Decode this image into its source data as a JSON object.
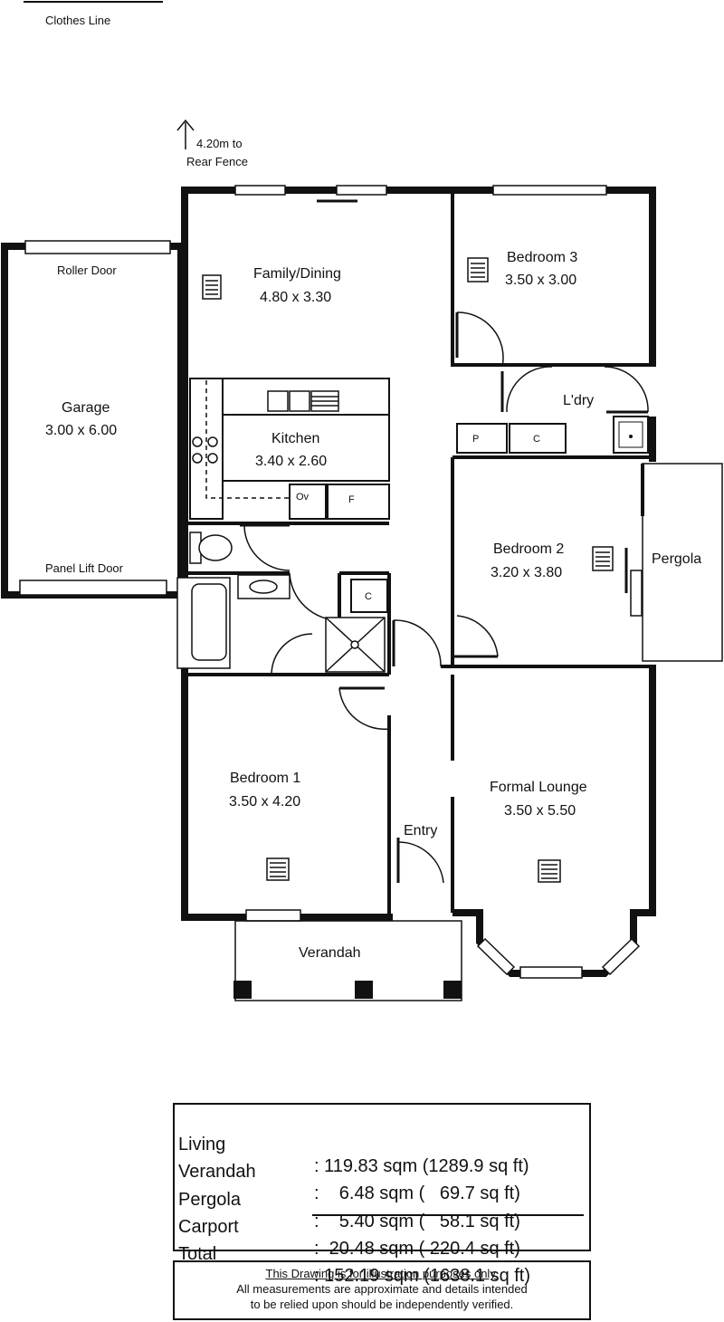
{
  "legend": {
    "clothes_line": "Clothes Line"
  },
  "annotations": {
    "rear_fence_line1": "4.20m to",
    "rear_fence_line2": "Rear Fence"
  },
  "rooms": {
    "garage": {
      "name": "Garage",
      "dims": "3.00 x 6.00",
      "roller_door": "Roller Door",
      "panel_door": "Panel Lift Door"
    },
    "family": {
      "name": "Family/Dining",
      "dims": "4.80 x 3.30"
    },
    "bedroom3": {
      "name": "Bedroom 3",
      "dims": "3.50 x 3.00"
    },
    "laundry": {
      "name": "L'dry"
    },
    "kitchen": {
      "name": "Kitchen",
      "dims": "3.40 x 2.60",
      "oven": "Ov",
      "fridge": "F"
    },
    "bedroom2": {
      "name": "Bedroom 2",
      "dims": "3.20 x 3.80"
    },
    "pergola": {
      "name": "Pergola"
    },
    "bedroom1": {
      "name": "Bedroom 1",
      "dims": "3.50 x 4.20"
    },
    "lounge": {
      "name": "Formal Lounge",
      "dims": "3.50 x 5.50"
    },
    "entry": {
      "name": "Entry"
    },
    "verandah": {
      "name": "Verandah"
    },
    "cupboards": {
      "pantry": "P",
      "cupboard_laundry": "C",
      "cupboard_hall": "C"
    }
  },
  "areas": [
    {
      "name": "Living",
      "value": ": 119.83 sqm (1289.9 sq ft)"
    },
    {
      "name": "Verandah",
      "value": ":    6.48 sqm (   69.7 sq ft)"
    },
    {
      "name": "Pergola",
      "value": ":    5.40 sqm (   58.1 sq ft)"
    },
    {
      "name": "Carport",
      "value": ":  20.48 sqm ( 220.4 sq ft)"
    },
    {
      "name": "Total",
      "value": ": 152.19 sqm (1638.1 sq ft)"
    }
  ],
  "disclaimer": {
    "line1": "This Drawing is for illustration purposes only.",
    "line2": "All measurements are approximate and details intended",
    "line3": "to be relied upon should be independently verified."
  }
}
